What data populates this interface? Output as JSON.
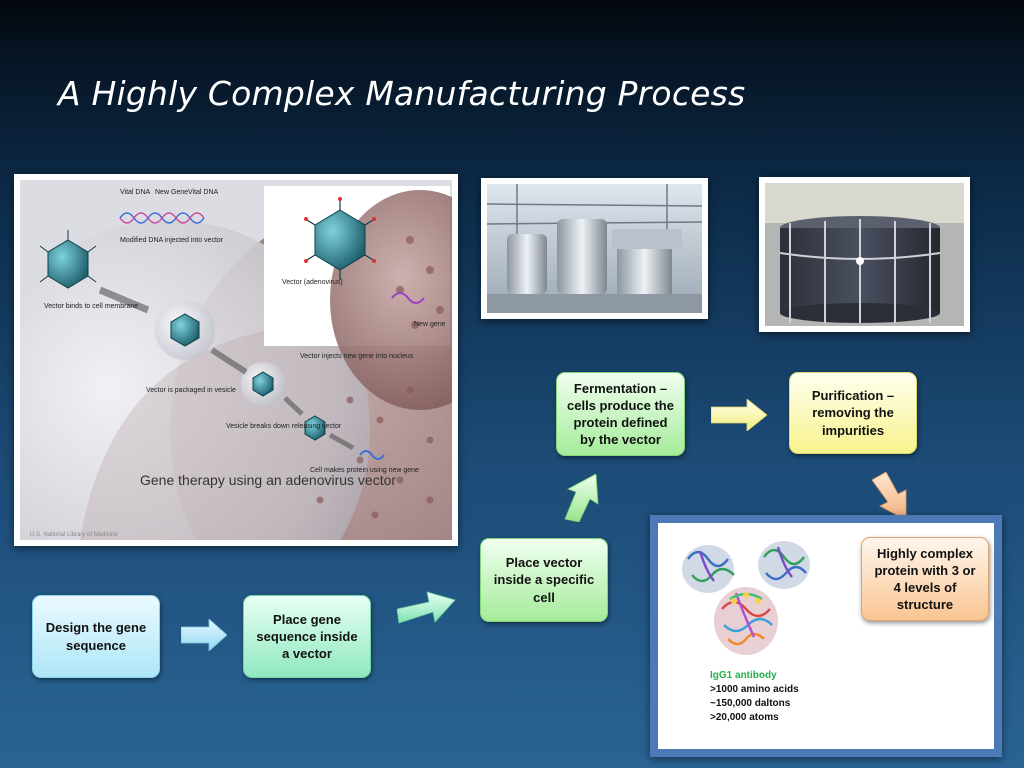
{
  "title": "A Highly Complex Manufacturing Process",
  "gene_figure": {
    "label_vital_dna_left": "Vital DNA",
    "label_new_gene": "New Gene",
    "label_vital_dna_right": "Vital DNA",
    "label_modified_dna": "Modified DNA injected into vector",
    "label_vector_binds": "Vector binds to cell membrane",
    "label_vector_packaged": "Vector is packaged in vesicle",
    "label_vesicle_breaks": "Vesicle breaks down releasing vector",
    "label_vector_injects": "Vector injects new gene into nucleus",
    "label_cell_makes": "Cell makes protein using new gene",
    "label_vector_adenovirus": "Vector (adenovirus)",
    "label_new_gene_small": "New gene",
    "caption": "Gene therapy using an adenovirus vector",
    "credit": "U.S. National Library of Medicine"
  },
  "steps": {
    "design": "Design the gene sequence",
    "place_gene": "Place gene sequence inside a vector",
    "place_vector": "Place vector inside a specific cell",
    "fermentation": "Fermentation – cells produce the protein defined by the vector",
    "purification": "Purification – removing the impurities",
    "complex": "Highly complex protein with 3 or 4 levels of structure"
  },
  "antibody": {
    "name": "IgG1 antibody",
    "amino_acids": ">1000 amino acids",
    "daltons": "~150,000 daltons",
    "atoms": ">20,000 atoms"
  },
  "colors": {
    "step_blue": "#aee6f8",
    "step_teal": "#8fe8c0",
    "step_green": "#a5ec9a",
    "step_yellow": "#f8f38c",
    "step_orange": "#f9c592",
    "panel_border": "#4d79b6"
  }
}
